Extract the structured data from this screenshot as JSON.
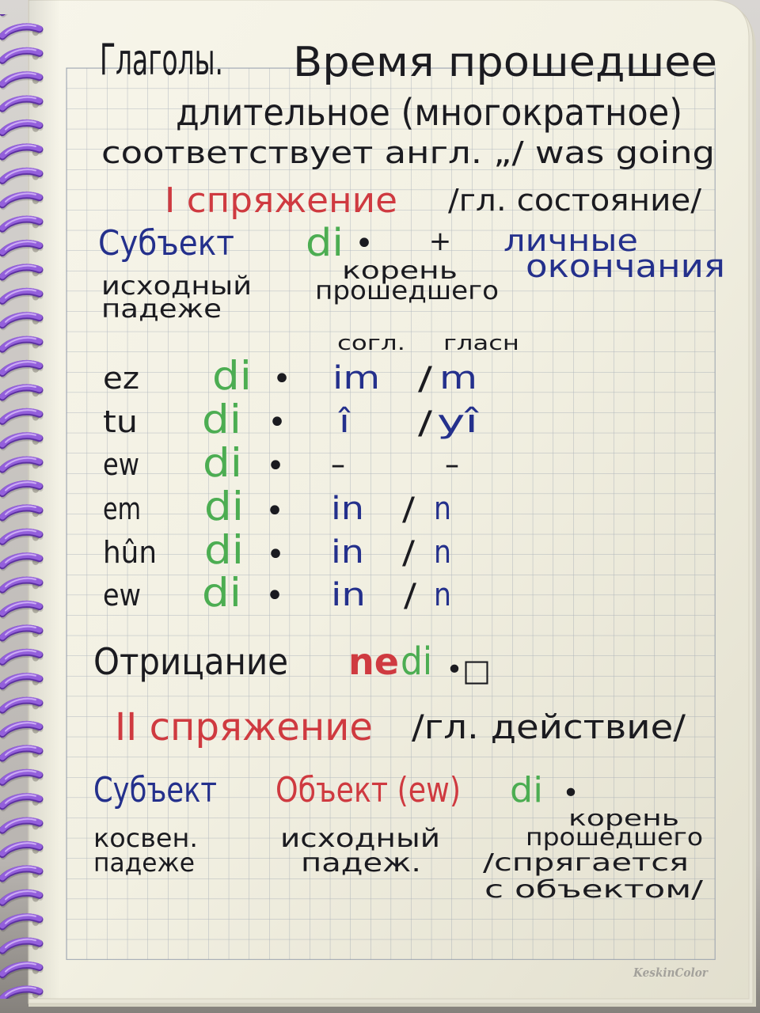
{
  "colors": {
    "ink_black": "#1b1b20",
    "ink_blue": "#24308c",
    "ink_green": "#4cad52",
    "ink_red": "#cf3a40",
    "spiral": "#9460dc",
    "paper": "#f2f0e2",
    "grid": "#7e8ba0"
  },
  "title": {
    "verbs": "Глаголы.",
    "tense": "Время прошедшее",
    "tense_kind": "длительное (многократное)",
    "english_equivalent": "соответствует англ. „/ was going"
  },
  "conjugation_1": {
    "heading": "I спряжение",
    "note": "/гл. состояние/",
    "formula": {
      "subject": "Субъект",
      "stem": "di",
      "marker": "•",
      "plus": "+",
      "endings": [
        "личные",
        "окончания"
      ],
      "subject_caption": [
        "исходный",
        "падеже"
      ],
      "stem_caption": [
        "корень",
        "прошедшего"
      ]
    },
    "columns": {
      "after_consonant": "согл.",
      "after_vowel": "гласн"
    },
    "rows": [
      {
        "pronoun": "ez",
        "stem": "di",
        "marker": "•",
        "after_consonant": "im",
        "slash": "/",
        "after_vowel": "m"
      },
      {
        "pronoun": "tu",
        "stem": "di",
        "marker": "•",
        "after_consonant": "î",
        "slash": "/",
        "after_vowel": "yî"
      },
      {
        "pronoun": "ew",
        "stem": "di",
        "marker": "•",
        "after_consonant": "–",
        "after_vowel": "–"
      },
      {
        "pronoun": "em",
        "stem": "di",
        "marker": "•",
        "after_consonant": "in",
        "slash": "/",
        "after_vowel": "n"
      },
      {
        "pronoun": "hûn",
        "stem": "di",
        "marker": "•",
        "after_consonant": "in",
        "slash": "/",
        "after_vowel": "n"
      },
      {
        "pronoun": "ew",
        "stem": "di",
        "marker": "•",
        "after_consonant": "in",
        "slash": "/",
        "after_vowel": "n"
      }
    ]
  },
  "negation": {
    "label": "Отрицание",
    "prefix": "ne",
    "stem": "di",
    "marker": "•",
    "slot": "□"
  },
  "conjugation_2": {
    "heading": "II спряжение",
    "note": "/гл. действие/",
    "subject": "Субъект",
    "object": "Объект (ew)",
    "stem": "di",
    "marker": "•",
    "subject_caption": [
      "косвен.",
      "падеже"
    ],
    "object_caption": [
      "исходный",
      "падеж."
    ],
    "stem_caption": [
      "корень",
      "прошедшего",
      "/спрягается",
      "с объектом/"
    ]
  },
  "brand": "KeskinColor"
}
